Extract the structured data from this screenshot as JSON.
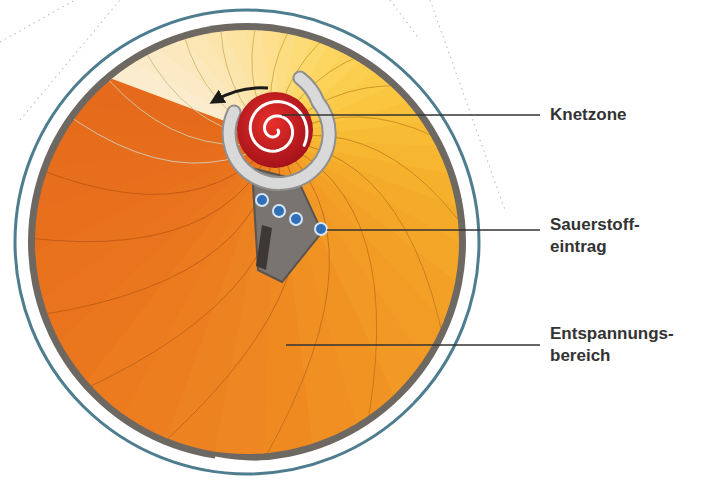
{
  "diagram": {
    "labels": [
      "Knetzone",
      "Sauerstoff- eintrag",
      "Entspannungs- bereich"
    ]
  }
}
